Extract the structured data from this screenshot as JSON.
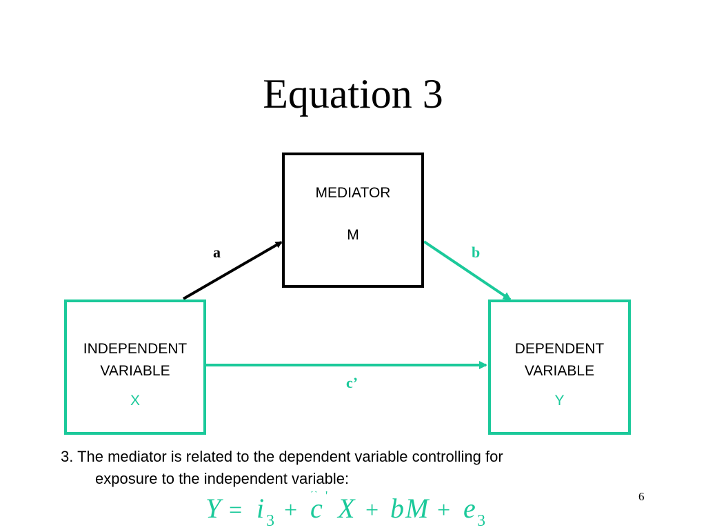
{
  "title": "Equation 3",
  "mediator": {
    "label": "MEDIATOR",
    "symbol": "M"
  },
  "independent": {
    "line1": "INDEPENDENT",
    "line2": "VARIABLE",
    "symbol": "X"
  },
  "dependent": {
    "line1": "DEPENDENT",
    "line2": "VARIABLE",
    "symbol": "Y"
  },
  "paths": {
    "a": "a",
    "b": "b",
    "c_prime": "c’"
  },
  "caption": {
    "line1": "3.  The mediator is related to the dependent variable controlling for",
    "line2": "exposure to the independent variable:"
  },
  "equation": "Y = i3 + ĉ' X + b̂M + e3",
  "page_number": "6",
  "colors": {
    "accent": "#1bc99a",
    "ink": "#000000"
  }
}
